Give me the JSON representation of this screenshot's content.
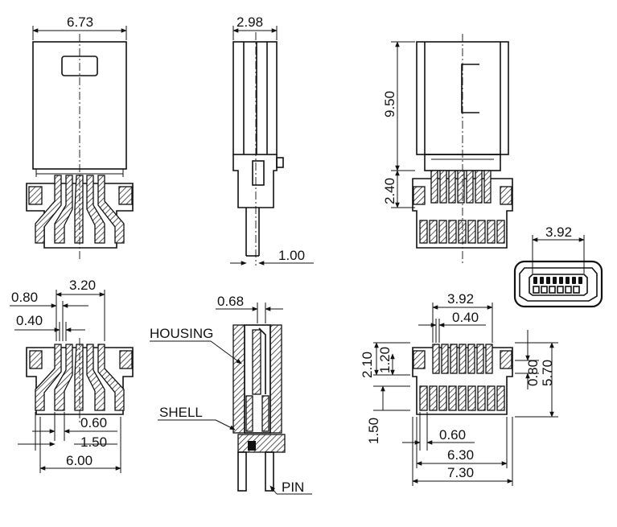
{
  "dimensions": {
    "d_6_73": "6.73",
    "d_2_98": "2.98",
    "d_9_50": "9.50",
    "d_2_40": "2.40",
    "d_1_00": "1.00",
    "d_3_92_top": "3.92",
    "d_3_20": "3.20",
    "d_0_80_left": "0.80",
    "d_0_40_left": "0.40",
    "d_0_60_left": "0.60",
    "d_1_50_left": "1.50",
    "d_6_00": "6.00",
    "d_0_68": "0.68",
    "d_3_92_bottom": "3.92",
    "d_0_40_right": "0.40",
    "d_2_10": "2.10",
    "d_1_20": "1.20",
    "d_0_80_right": "0.80",
    "d_5_70": "5.70",
    "d_1_50_right": "1.50",
    "d_0_60_right": "0.60",
    "d_6_30": "6.30",
    "d_7_30": "7.30"
  },
  "labels": {
    "housing": "HOUSING",
    "shell": "SHELL",
    "pin": "PIN"
  }
}
